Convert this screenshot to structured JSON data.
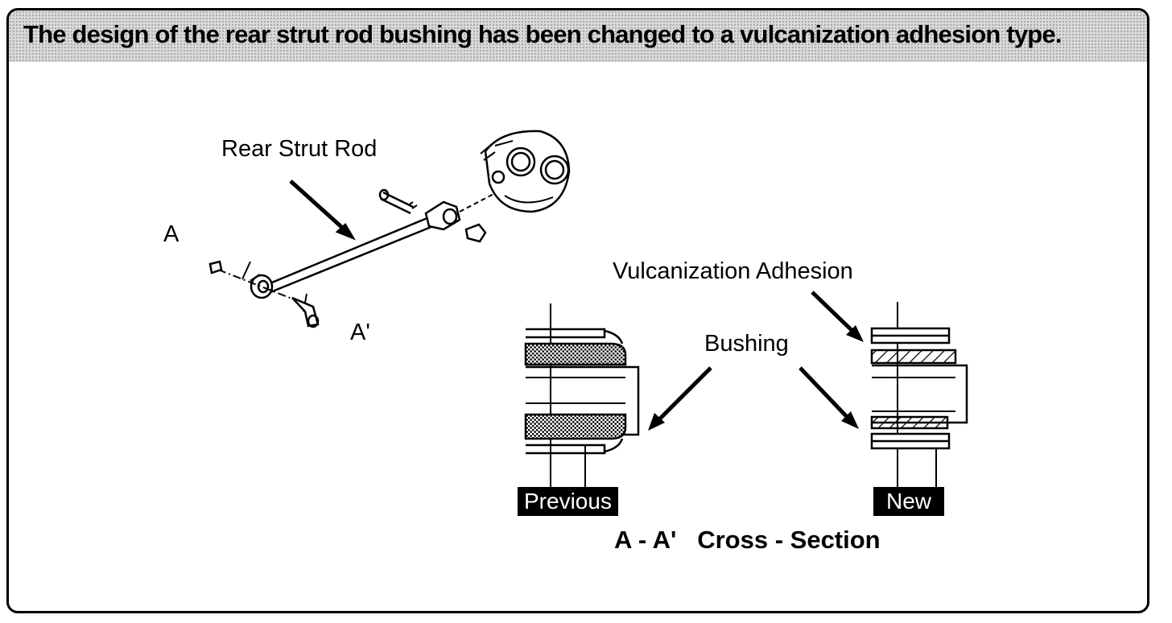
{
  "title": "The design of the rear strut rod bushing has been changed to a vulcanization adhesion type.",
  "labels": {
    "rear_strut_rod": "Rear Strut Rod",
    "a": "A",
    "a_prime": "A'",
    "vulcanization_adhesion": "Vulcanization Adhesion",
    "bushing": "Bushing",
    "previous": "Previous",
    "new": "New",
    "cross_section": "A - A'   Cross - Section"
  }
}
